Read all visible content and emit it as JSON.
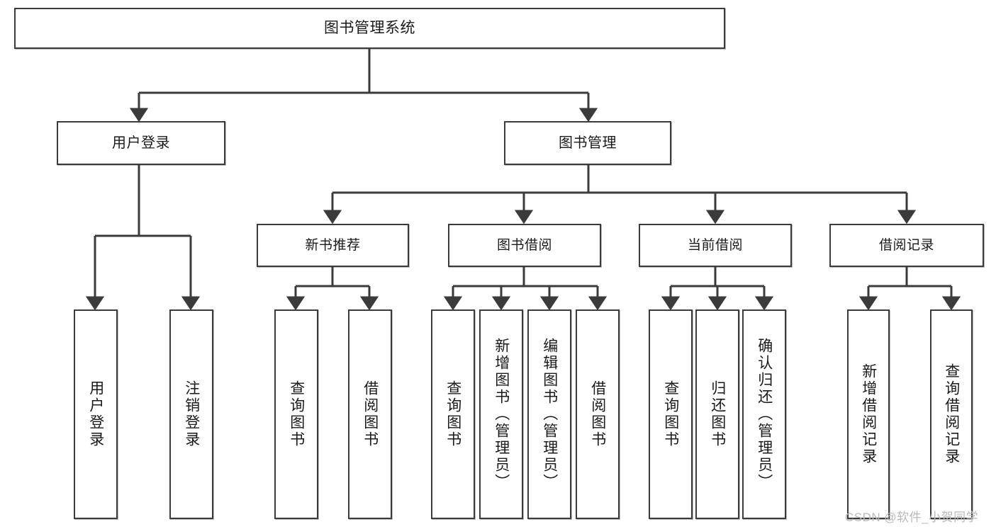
{
  "diagram": {
    "title": "图书管理系统",
    "type": "functional-decomposition-tree",
    "line_color": "#3b3b3b",
    "box_fill": "#ffffff",
    "text_color": "#1a1a1a"
  },
  "nodes": {
    "root": {
      "label": "图书管理系统"
    },
    "level2": [
      {
        "label": "用户登录"
      },
      {
        "label": "图书管理"
      }
    ],
    "level3": [
      {
        "label": "新书推荐"
      },
      {
        "label": "图书借阅"
      },
      {
        "label": "当前借阅"
      },
      {
        "label": "借阅记录"
      }
    ],
    "leaves": [
      {
        "label": "用户登录"
      },
      {
        "label": "注销登录"
      },
      {
        "label": "查询图书"
      },
      {
        "label": "借阅图书"
      },
      {
        "label": "查询图书"
      },
      {
        "label": "新增图书（管理员）"
      },
      {
        "label": "编辑图书（管理员）"
      },
      {
        "label": "借阅图书"
      },
      {
        "label": "查询图书"
      },
      {
        "label": "归还图书"
      },
      {
        "label": "确认归还（管理员）"
      },
      {
        "label": "新增借阅记录"
      },
      {
        "label": "查询借阅记录"
      }
    ]
  },
  "watermark": {
    "text": "CSDN @软件_小贺同学"
  }
}
